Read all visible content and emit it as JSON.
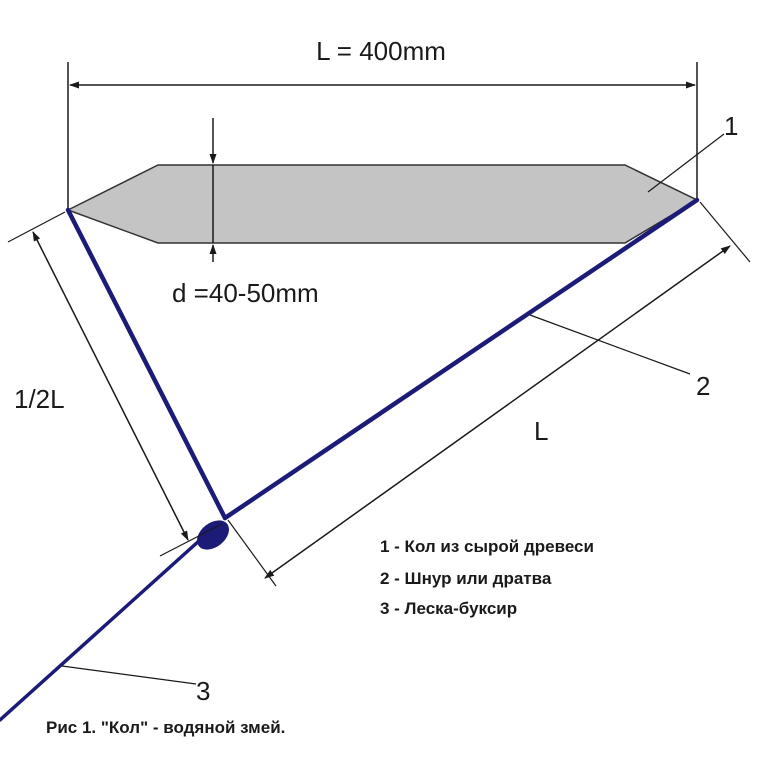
{
  "dimensions": {
    "length_label": "L = 400mm",
    "diameter_label": "d =40-50mm",
    "half_length_label": "1/2L",
    "cord_length_label": "L"
  },
  "callouts": {
    "stake": "1",
    "cord": "2",
    "line": "3"
  },
  "legend": [
    "1 - Кол из сырой древеси",
    "2 - Шнур или дратва",
    "3 - Леска-буксир"
  ],
  "caption": "Рис 1. \"Кол\" - водяной змей.",
  "colors": {
    "stake_fill": "#c4c4c4",
    "stake_stroke": "#333333",
    "cord": "#1c1c78",
    "knot": "#1c1c78",
    "dim_line": "#1a1a1a"
  }
}
